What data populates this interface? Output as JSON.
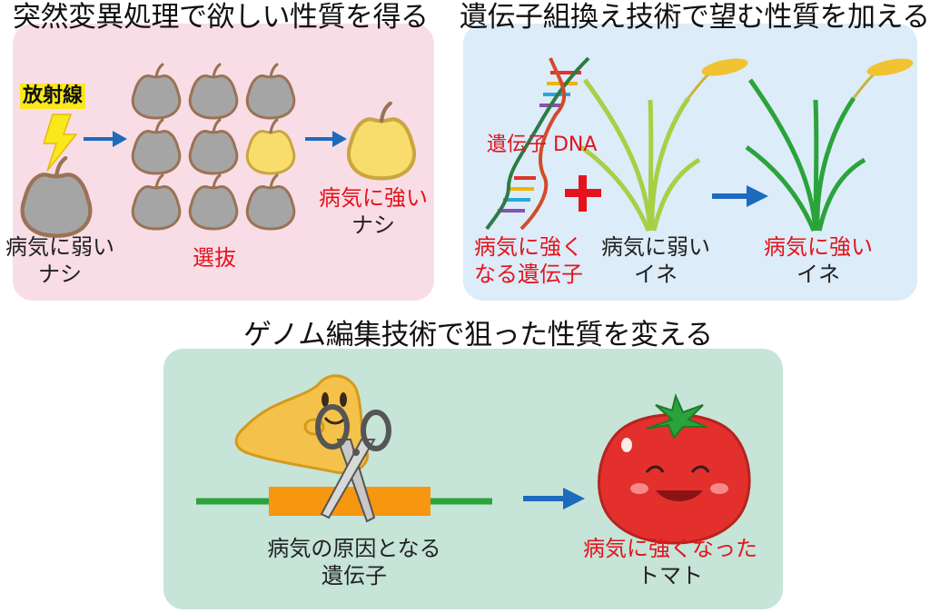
{
  "colors": {
    "panel_pink": "#f9dde6",
    "panel_blue": "#dcecf8",
    "panel_green": "#c6e4d8",
    "accent_red": "#e3141d",
    "arrow_blue": "#1c6bbd",
    "apple_gray": "#a5a5a5",
    "apple_yellow": "#f9dd6c",
    "stem_brown": "#9a7355",
    "rice_green": "#2aa43a",
    "tomato_red": "#e3302c",
    "gene_orange": "#f7960f",
    "dna_strand_green": "#2f7a45"
  },
  "mutation": {
    "title": "突然変異処理で欲しい性質を得る",
    "radiation_label": "放射線",
    "weak_label_line1": "病気に弱い",
    "weak_label_line2": "ナシ",
    "selection_label": "選抜",
    "strong_label_line1": "病気に強い",
    "strong_label_line2": "ナシ",
    "icons": [
      "lightning-icon",
      "pear-icon",
      "arrow-icon"
    ]
  },
  "gm": {
    "title": "遺伝子組換え技術で望む性質を加える",
    "dna_label": "遺伝子 DNA",
    "gene_label_line1": "病気に強く",
    "gene_label_line2": "なる遺伝子",
    "weak_label_line1": "病気に弱い",
    "weak_label_line2": "イネ",
    "strong_label_line1": "病気に強い",
    "strong_label_line2": "イネ",
    "icons": [
      "dna-icon",
      "plus-icon",
      "rice-plant-icon",
      "arrow-icon"
    ]
  },
  "editing": {
    "title": "ゲノム編集技術で狙った性質を変える",
    "cause_label_line1": "病気の原因となる",
    "cause_label_line2": "遺伝子",
    "result_label_line1": "病気に強くなった",
    "result_label_line2": "トマト",
    "icons": [
      "scissors-icon",
      "enzyme-character-icon",
      "gene-bar-icon",
      "tomato-icon",
      "arrow-icon"
    ]
  }
}
